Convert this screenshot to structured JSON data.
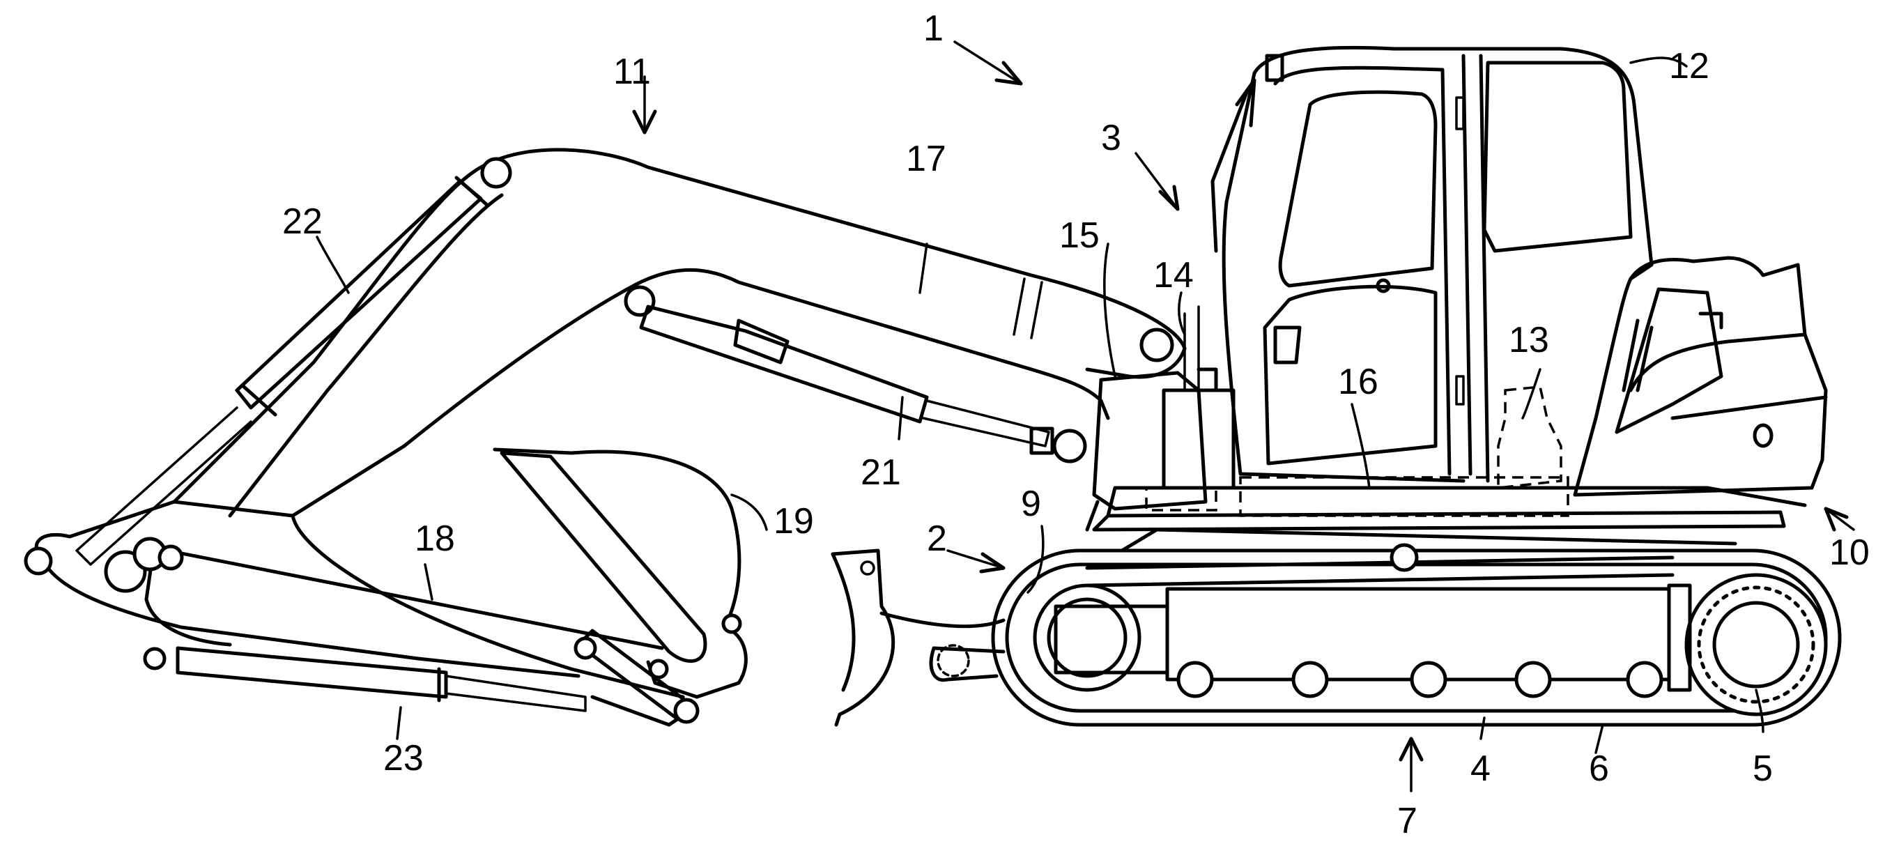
{
  "figure": {
    "reference_numerals": [
      {
        "id": "1",
        "text": "1"
      },
      {
        "id": "2",
        "text": "2"
      },
      {
        "id": "3",
        "text": "3"
      },
      {
        "id": "4",
        "text": "4"
      },
      {
        "id": "5",
        "text": "5"
      },
      {
        "id": "6",
        "text": "6"
      },
      {
        "id": "7",
        "text": "7"
      },
      {
        "id": "9",
        "text": "9"
      },
      {
        "id": "10",
        "text": "10"
      },
      {
        "id": "11",
        "text": "11"
      },
      {
        "id": "12",
        "text": "12"
      },
      {
        "id": "13",
        "text": "13"
      },
      {
        "id": "14",
        "text": "14"
      },
      {
        "id": "15",
        "text": "15"
      },
      {
        "id": "16",
        "text": "16"
      },
      {
        "id": "17",
        "text": "17"
      },
      {
        "id": "18",
        "text": "18"
      },
      {
        "id": "19",
        "text": "19"
      },
      {
        "id": "21",
        "text": "21"
      },
      {
        "id": "22",
        "text": "22"
      },
      {
        "id": "23",
        "text": "23"
      }
    ]
  }
}
